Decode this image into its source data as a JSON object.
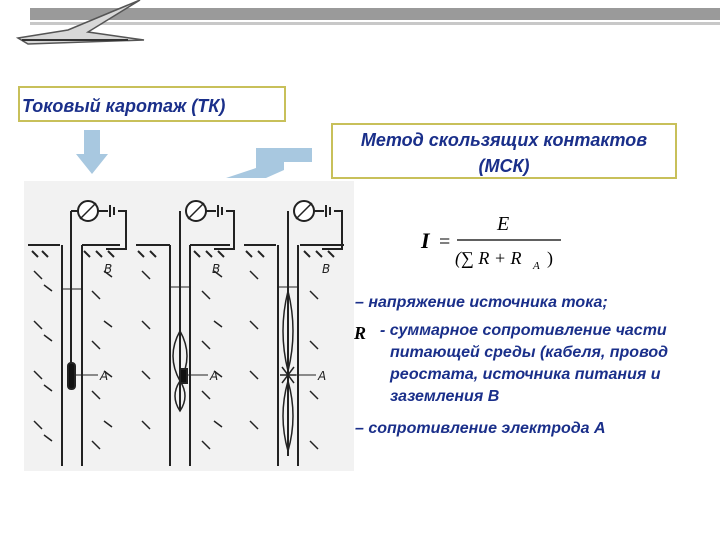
{
  "tk": {
    "title": "Токовый каротаж (ТК)"
  },
  "msk": {
    "title_line1": "Метод скользящих контактов",
    "title_line2": "(МСК)"
  },
  "formula": {
    "lhs": "I",
    "eq": "=",
    "numerator": "E",
    "denominator": "(∑ R + R",
    "sub": "A",
    "close": ")"
  },
  "legend": {
    "line1": "– напряжение источника тока;",
    "r_symbol": "R",
    "line2": "- суммарное сопротивление части",
    "line2b": "питающей среды (кабеля, провод",
    "line2c": "реостата, источника питания и",
    "line2d": "заземления В",
    "line3": "– сопротивление электрода А"
  },
  "figure": {
    "label_b": "B",
    "label_a": "A"
  },
  "colors": {
    "title": "#1a2f8a",
    "box_border": "#c8c05a",
    "arrow": "#a8c8e0"
  }
}
